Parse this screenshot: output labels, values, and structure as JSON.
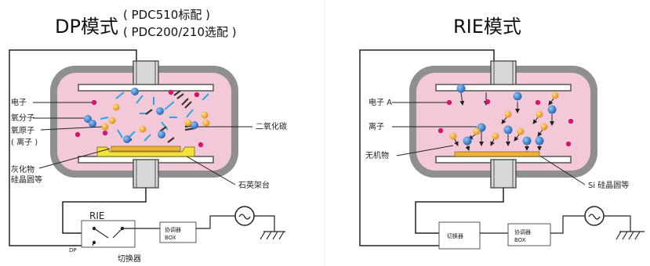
{
  "left": {
    "title": "DP模式",
    "subtitle_line1": "( PDC510标配 )",
    "subtitle_line2": "( PDC200/210选配 )",
    "labels": {
      "electron": "电子",
      "oxygen_molecule": "氧分子",
      "oxygen_atom": "氧原子",
      "ion": "( 离子 )",
      "ash_line1": "灰化物",
      "ash_line2": "硅晶圆等",
      "co2": "二氧化碳",
      "quartz": "石英架台",
      "rie": "RIE",
      "dp": "DP",
      "switch": "切换器",
      "tuner": "协调器",
      "box": "BOX"
    }
  },
  "right": {
    "title": "RIE模式",
    "labels": {
      "electron": "电子 A",
      "ion": "离子",
      "inorganic": "无机物",
      "wafer": "Si 硅晶圆等",
      "switch": "切换器",
      "tuner": "协调器",
      "box": "BOX"
    }
  },
  "colors": {
    "chamber_fill": "#f3c9da",
    "chamber_wall": "#8f8f8f",
    "electrode": "#d8d8d8",
    "quartz": "#f4e23a",
    "wafer": "#f1b233",
    "electron": "#d2186e",
    "oxygen": "#1f73c4",
    "atom": "#f2a224",
    "co2": "#333333",
    "ray": "#2ca7dd"
  }
}
